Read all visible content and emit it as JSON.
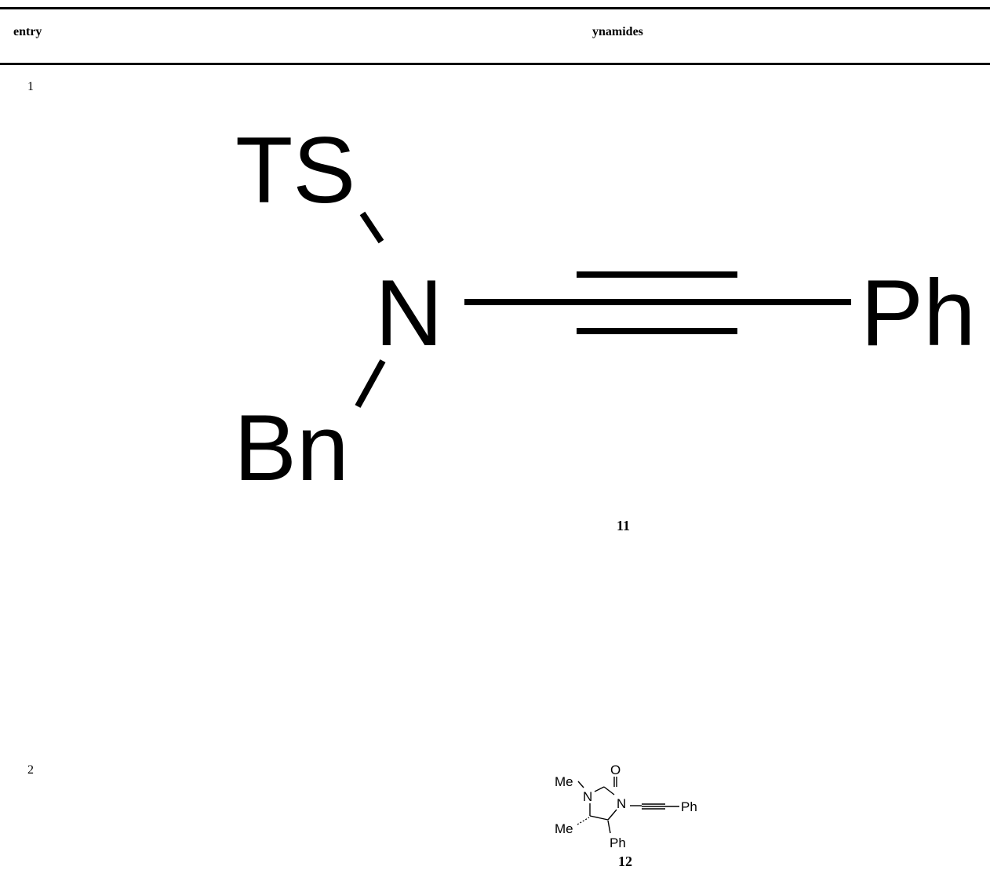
{
  "table": {
    "headers": {
      "entry": "entry",
      "ynamides": "ynamides"
    },
    "rows": [
      {
        "entry": "1",
        "compound_label": "11",
        "structure": {
          "atoms": {
            "ts": "TS",
            "n": "N",
            "bn": "Bn",
            "ph": "Ph"
          }
        }
      },
      {
        "entry": "2",
        "compound_label": "12",
        "structure": {
          "atoms": {
            "o": "O",
            "me1": "Me",
            "n1": "N",
            "n3": "N",
            "ph_alkyne": "Ph",
            "me2": "Me",
            "ph_ring": "Ph"
          }
        }
      }
    ]
  }
}
